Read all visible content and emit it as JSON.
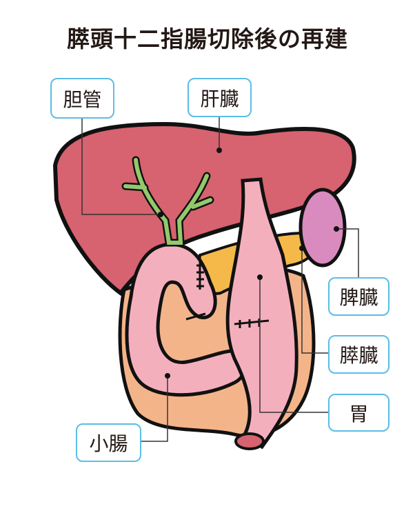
{
  "title": "膵頭十二指腸切除後の再建",
  "labels": {
    "bile_duct": "胆管",
    "liver": "肝臓",
    "spleen": "脾臓",
    "pancreas": "膵臓",
    "stomach": "胃",
    "small_intestine": "小腸"
  },
  "colors": {
    "liver": "#d6636f",
    "bile_duct": "#93c96b",
    "spleen": "#d98bbf",
    "pancreas": "#f5b94a",
    "stomach": "#f4afbd",
    "small_intestine": "#f4afbd",
    "background_organ": "#f4b48a",
    "label_border": "#5bbde6"
  }
}
